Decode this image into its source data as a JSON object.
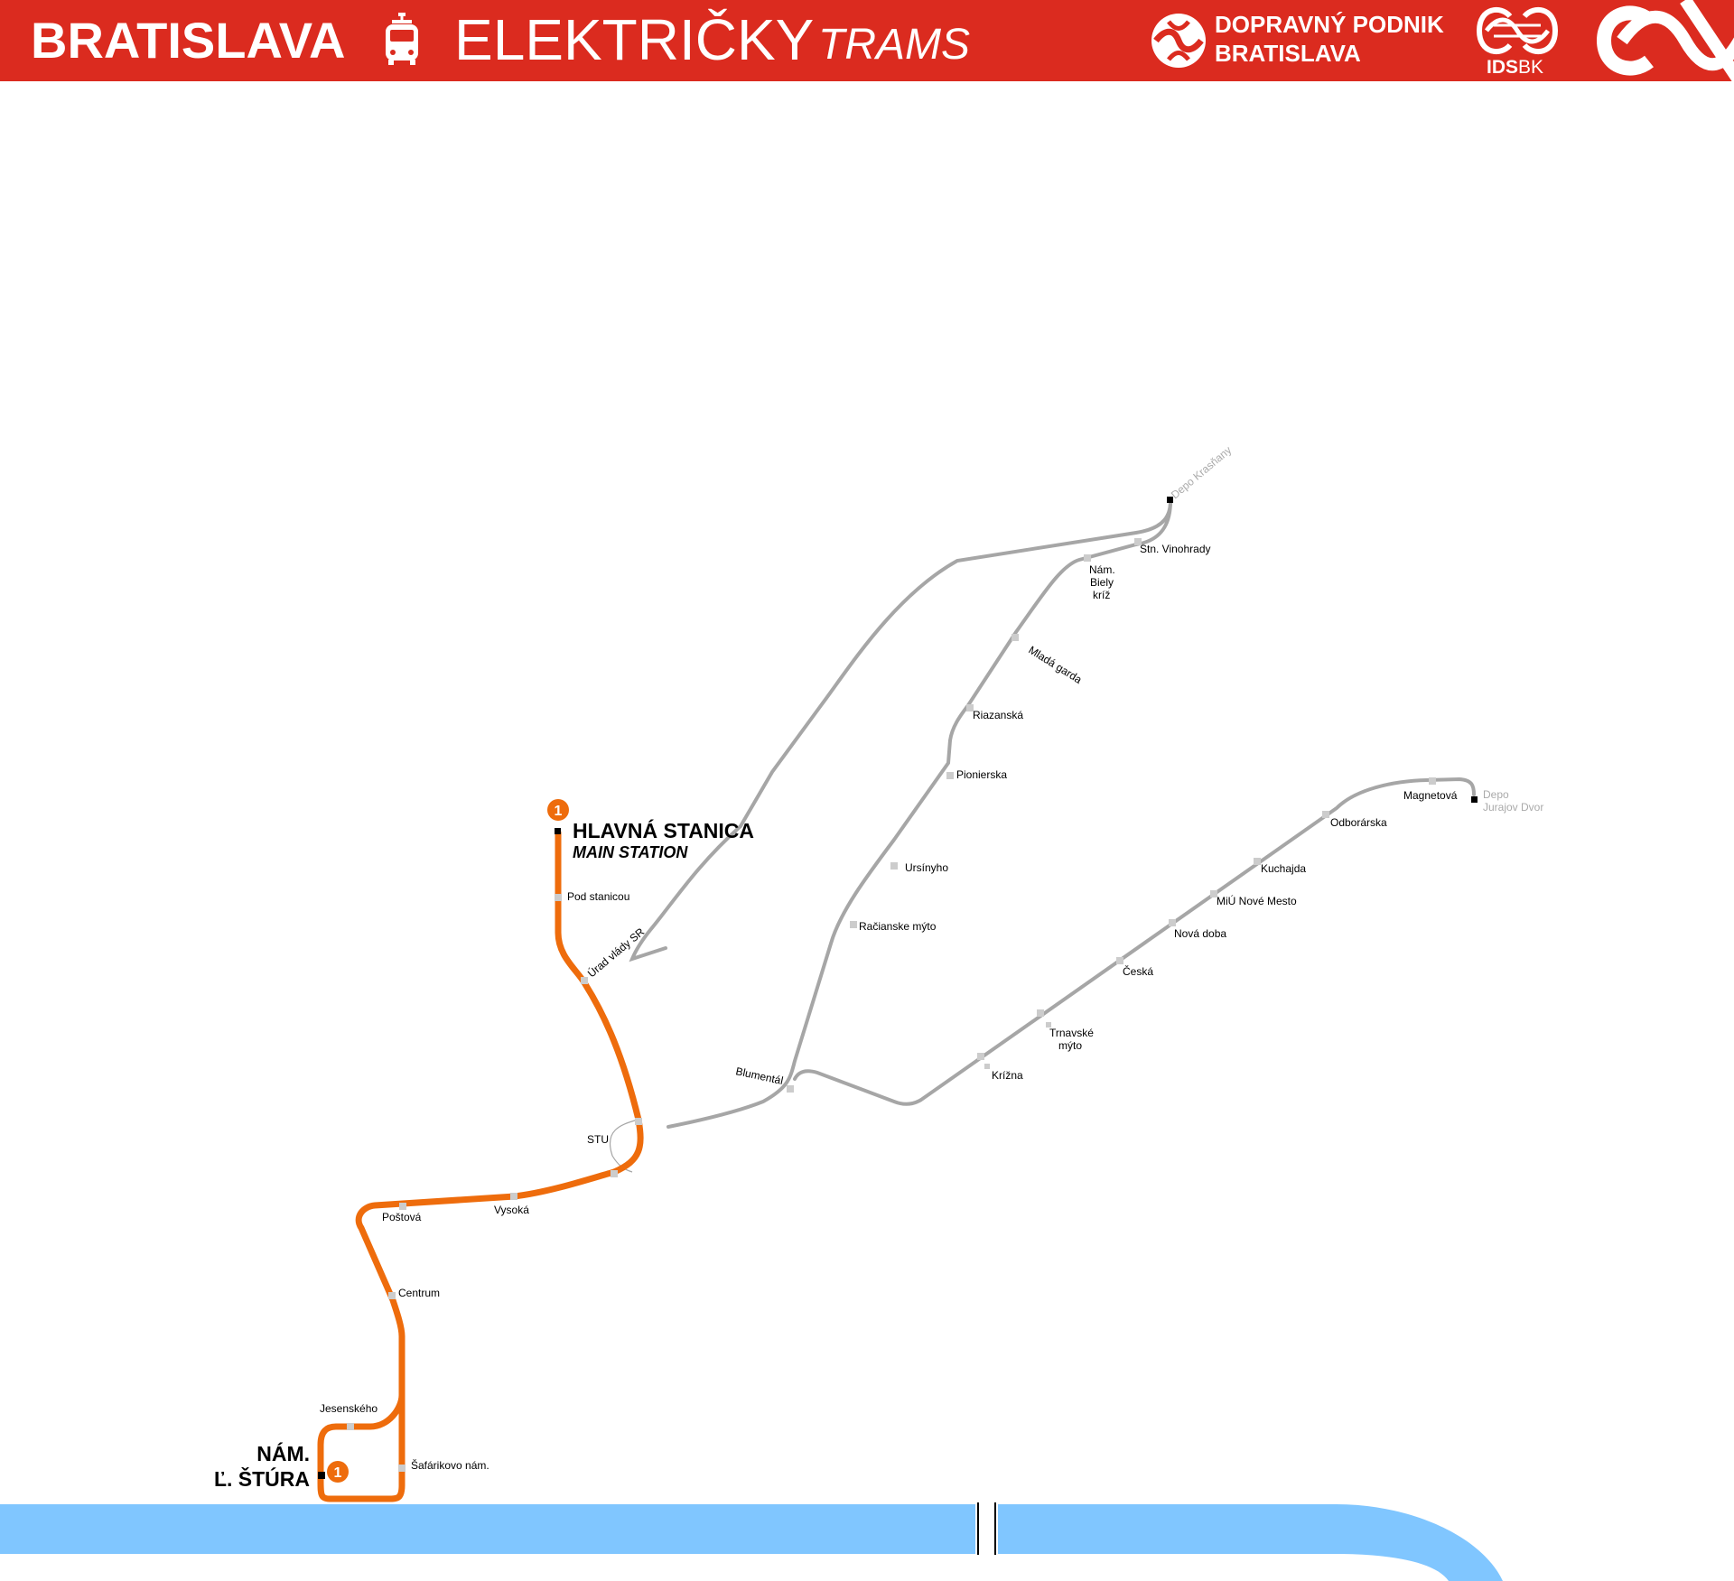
{
  "header": {
    "city": "BRATISLAVA",
    "title": "ELEKTRIČKY",
    "subtitle": "TRAMS",
    "operator_line1": "DOPRAVNÝ PODNIK",
    "operator_line2": "BRATISLAVA",
    "ids_part1": "IDS",
    "ids_part2": "BK",
    "icons": [
      "tram-icon",
      "dpb-logo-icon",
      "idsbk-logo-icon",
      "idsbk-corner-logo-icon"
    ]
  },
  "colors": {
    "header_bg": "#db2b1f",
    "line_1": "#ee6c0c",
    "network": "#a6a6a6",
    "river": "#80c6ff",
    "stop_marker": "#cccccc",
    "depot_label": "#aaaaaa"
  },
  "line": {
    "number": "1",
    "terminus_north": {
      "name": "HLAVNÁ STANICA",
      "name_en": "MAIN STATION"
    },
    "terminus_south": {
      "name_line1": "NÁM.",
      "name_line2": "Ľ. ŠTÚRA"
    },
    "stops": [
      "Pod stanicou",
      "Úrad vlády SR",
      "STU",
      "Vysoká",
      "Poštová",
      "Centrum",
      "Jesenského",
      "Šafárikovo nám."
    ]
  },
  "network": {
    "branch_north": [
      "Blumentál",
      "Račianske mýto",
      "Ursínyho",
      "Pionierska",
      "Riazanská",
      "Mladá garda",
      "Nám. Biely kríž",
      "Stn. Vinohrady"
    ],
    "branch_north_stop_lines": {
      "biely_kriz": [
        "Nám.",
        "Biely",
        "kríž"
      ]
    },
    "depot_north": "Depo Krasňany",
    "branch_east": [
      "Krížna",
      "Trnavské mýto",
      "Česká",
      "Nová doba",
      "MiÚ Nové Mesto",
      "Kuchajda",
      "Odborárska",
      "Magnetová"
    ],
    "branch_east_stop_lines": {
      "trnavske_myto": [
        "Trnavské",
        "mýto"
      ]
    },
    "depot_east_lines": [
      "Depo",
      "Jurajov Dvor"
    ]
  }
}
